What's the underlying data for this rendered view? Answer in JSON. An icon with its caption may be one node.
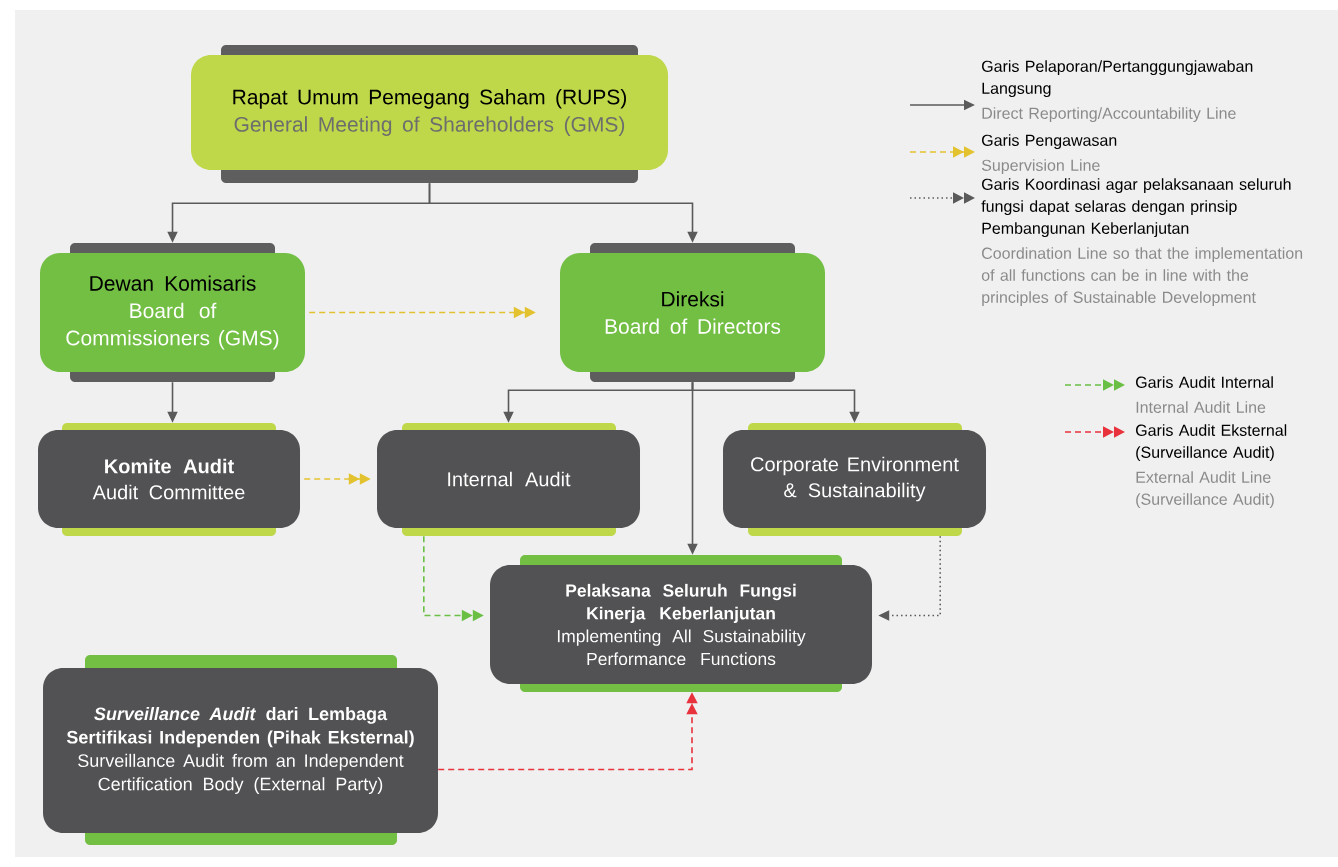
{
  "diagram": {
    "nodes": [
      {
        "text": [
          "Rapat Umum Pemegang Saham (RUPS)",
          "General Meeting of Shareholders (GMS)"
        ]
      },
      {
        "text": [
          "Dewan Komisaris",
          "Board of Commissioners (GMS)"
        ]
      },
      {
        "text": [
          "Direksi",
          "Board of Directors"
        ]
      },
      {
        "text": [
          "Komite Audit",
          "Audit Committee"
        ]
      },
      {
        "text": [
          "Internal Audit"
        ]
      },
      {
        "text": [
          "Corporate Environment & Sustainability"
        ]
      },
      {
        "text": [
          "Pelaksana Seluruh Fungsi Kinerja Keberlanjutan",
          "Implementing All Sustainability Performance Functions"
        ]
      },
      {
        "text": [
          "*Surveillance Audit* dari Lembaga Sertifikasi Independen (Pihak Eksternal)",
          "Surveillance Audit from an Independent Certification Body (External Party)"
        ]
      }
    ],
    "edges": [
      {
        "from": 0,
        "to": 1,
        "arrow": "to"
      },
      {
        "from": 0,
        "to": 2,
        "arrow": "to"
      },
      {
        "from": 1,
        "to": 2,
        "arrow": "to",
        "style": "dashed",
        "color": "#e3c22f"
      },
      {
        "from": 1,
        "to": 3,
        "arrow": "to"
      },
      {
        "from": 2,
        "to": 4,
        "arrow": "to"
      },
      {
        "from": 2,
        "to": 5,
        "arrow": "to"
      },
      {
        "from": 2,
        "to": 6,
        "arrow": "to"
      },
      {
        "from": 3,
        "to": 4,
        "arrow": "to",
        "style": "dashed",
        "color": "#e3c22f"
      },
      {
        "from": 4,
        "to": 6,
        "arrow": "to",
        "style": "dashed",
        "color": "#6abf45"
      },
      {
        "from": 5,
        "to": 6,
        "arrow": "to",
        "style": "dashed"
      },
      {
        "from": 7,
        "to": 6,
        "arrow": "to",
        "style": "dashed",
        "color": "#e8323c"
      }
    ],
    "labels": [
      "Direct Reporting/Accountability Line",
      "Supervision Line",
      "Coordination Line so that the implementation of all functions can be in line with the principles of Sustainable Development",
      "Internal Audit Line",
      "External Audit Line (Surveillance Audit)"
    ],
    "legend": [
      {
        "text": "Garis Pelaporan/Pertanggungjawaban Langsung"
      },
      {
        "text": "Garis Pengawasan"
      },
      {
        "text": "Garis Koordinasi agar pelaksanaan seluruh fungsi dapat selaras dengan prinsip Pembangunan Keberlanjutan"
      },
      {
        "text": "Garis Audit Internal"
      },
      {
        "text": "Garis Audit Eksternal (Surveillance Audit)"
      }
    ]
  }
}
